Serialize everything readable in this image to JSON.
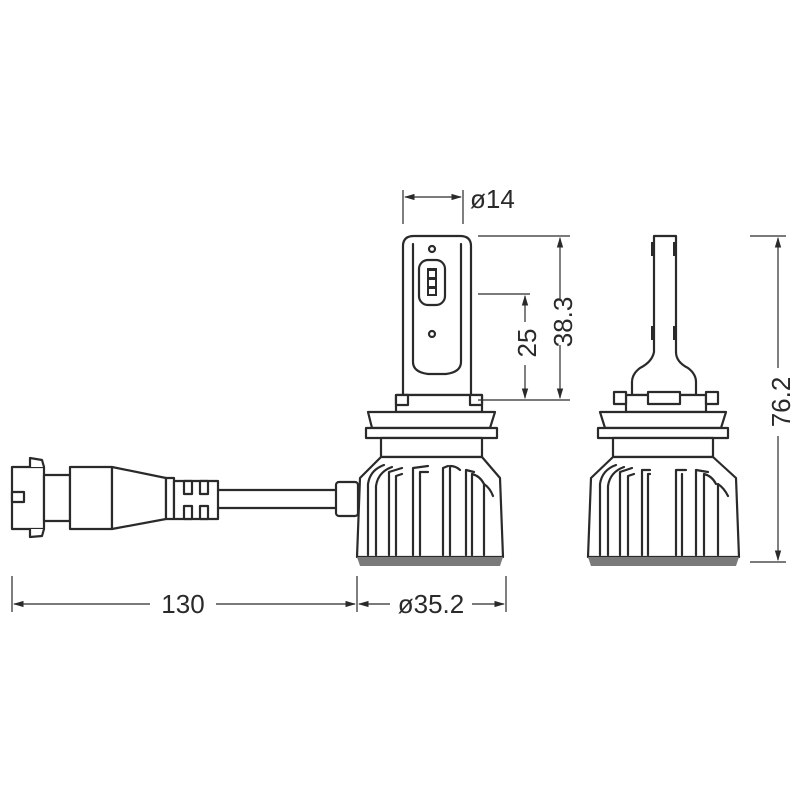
{
  "drawing": {
    "subject": "LED headlight bulb with cable and connector",
    "views": [
      "front-view",
      "side-view"
    ]
  },
  "dimensions": {
    "emitter_diameter": "ø14",
    "emitter_length": "38.3",
    "light_center": "25",
    "total_height": "76.2",
    "cable_length": "130",
    "heatsink_diameter": "ø35.2"
  },
  "colors": {
    "line": "#2a2a2a",
    "background": "#ffffff",
    "base_shade": "#7a7a7a"
  }
}
